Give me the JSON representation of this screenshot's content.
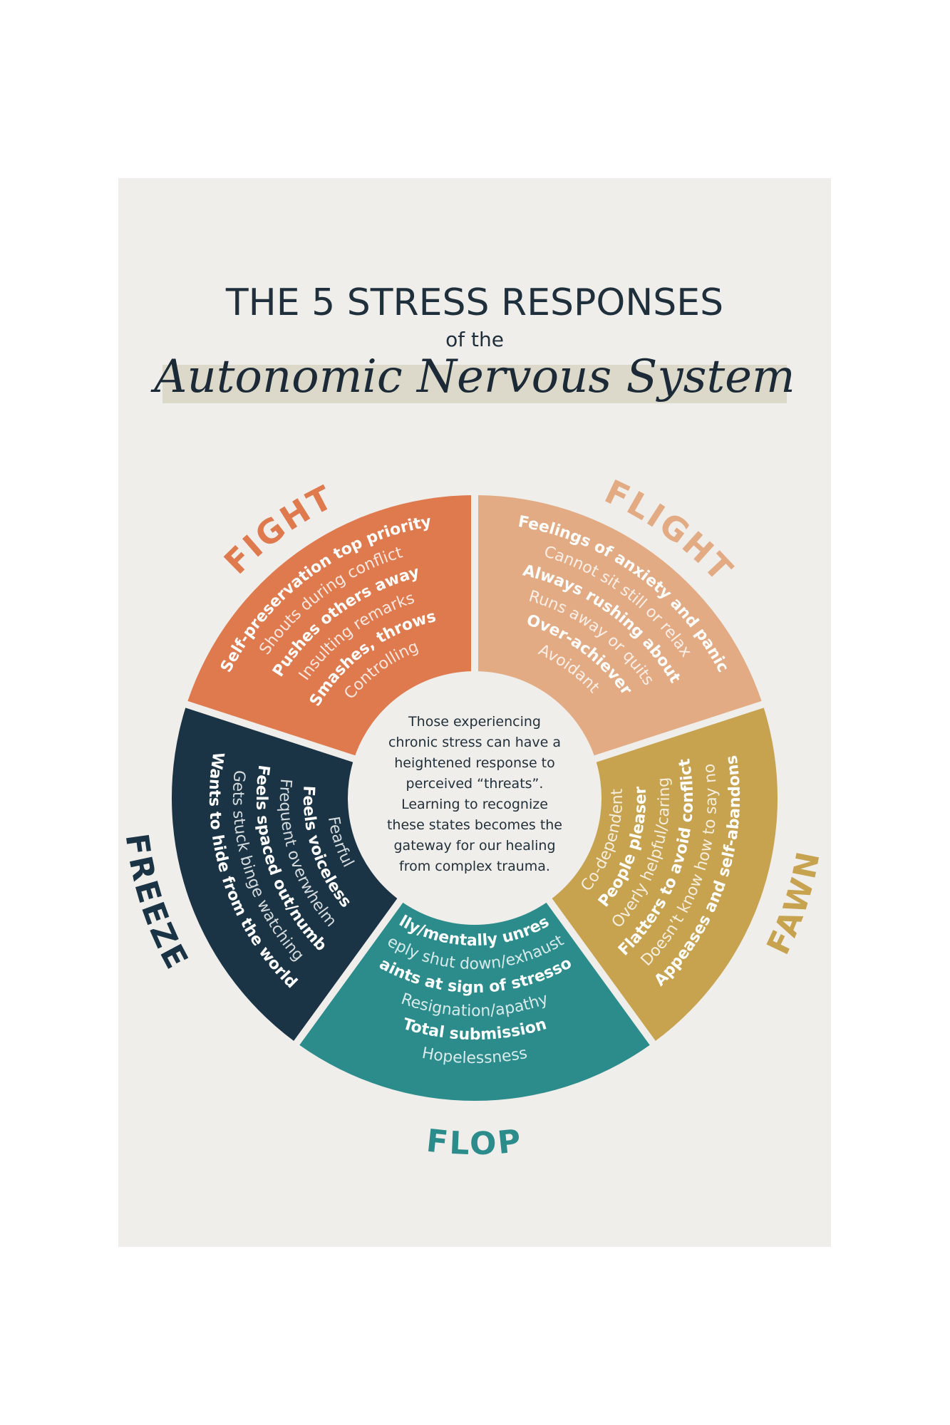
{
  "title": {
    "line1": "THE 5 STRESS RESPONSES",
    "line2": "of the",
    "line3": "Autonomic Nervous System"
  },
  "colors": {
    "fight": "#df7a4f",
    "flight": "#e3ab83",
    "fawn": "#c7a24f",
    "flop": "#2b8c8b",
    "freeze": "#1a3445",
    "background": "#efeeea"
  },
  "segments": [
    {
      "key": "fight",
      "name": "FIGHT",
      "items": [
        {
          "text": "Self-preservation top priority",
          "bold": true
        },
        {
          "text": "Shouts during conflict",
          "bold": false
        },
        {
          "text": "Pushes others away",
          "bold": true
        },
        {
          "text": "Insulting remarks",
          "bold": false
        },
        {
          "text": "Smashes, throws",
          "bold": true
        },
        {
          "text": "Controlling",
          "bold": false
        }
      ]
    },
    {
      "key": "flight",
      "name": "FLIGHT",
      "items": [
        {
          "text": "Feelings of anxiety and panic",
          "bold": true
        },
        {
          "text": "Cannot sit still or relax",
          "bold": false
        },
        {
          "text": "Always rushing about",
          "bold": true
        },
        {
          "text": "Runs away or quits",
          "bold": false
        },
        {
          "text": "Over-achiever",
          "bold": true
        },
        {
          "text": "Avoidant",
          "bold": false
        }
      ]
    },
    {
      "key": "fawn",
      "name": "FAWN",
      "items": [
        {
          "text": "Appeases and self-abandons",
          "bold": true
        },
        {
          "text": "Doesn’t know how to say no",
          "bold": false
        },
        {
          "text": "Flatters to avoid conflict",
          "bold": true
        },
        {
          "text": "Overly helpful/caring",
          "bold": false
        },
        {
          "text": "People pleaser",
          "bold": true
        },
        {
          "text": "Co-dependent",
          "bold": false
        }
      ]
    },
    {
      "key": "flop",
      "name": "FLOP",
      "items": [
        {
          "text": "Hopelessness",
          "bold": false
        },
        {
          "text": "Total submission",
          "bold": true
        },
        {
          "text": "Resignation/apathy",
          "bold": false
        },
        {
          "text": "Faints at sign of stressor",
          "bold": true
        },
        {
          "text": "Deeply shut down/exhausted",
          "bold": false
        },
        {
          "text": "Physically/mentally unresponsive",
          "bold": true
        }
      ]
    },
    {
      "key": "freeze",
      "name": "FREEZE",
      "items": [
        {
          "text": "Wants to hide from the world",
          "bold": true
        },
        {
          "text": "Gets stuck binge watching",
          "bold": false
        },
        {
          "text": "Feels spaced out/numb",
          "bold": true
        },
        {
          "text": "Frequent overwhelm",
          "bold": false
        },
        {
          "text": "Feels voiceless",
          "bold": true
        },
        {
          "text": "Fearful",
          "bold": false
        }
      ]
    }
  ],
  "center": {
    "lines": [
      "Those experiencing",
      "chronic stress can have a",
      "heightened response to",
      "perceived “threats”.",
      "Learning to recognize",
      "these states becomes the",
      "gateway for our healing",
      "from complex trauma."
    ]
  }
}
